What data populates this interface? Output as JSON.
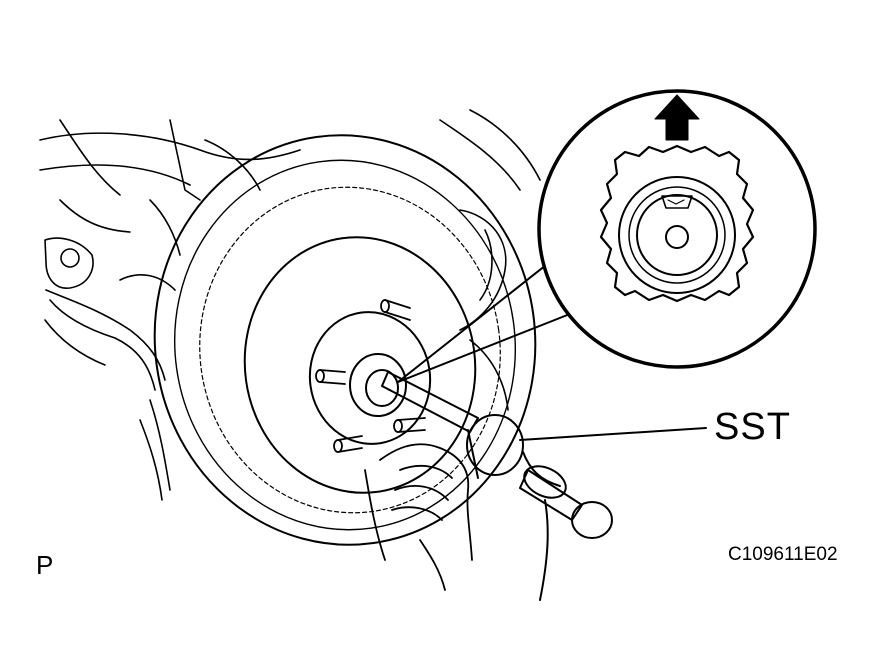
{
  "diagram": {
    "callout_label": "SST",
    "corner_letter": "P",
    "figure_code": "C109611E02",
    "line_color": "#000000",
    "background_color": "#ffffff"
  }
}
